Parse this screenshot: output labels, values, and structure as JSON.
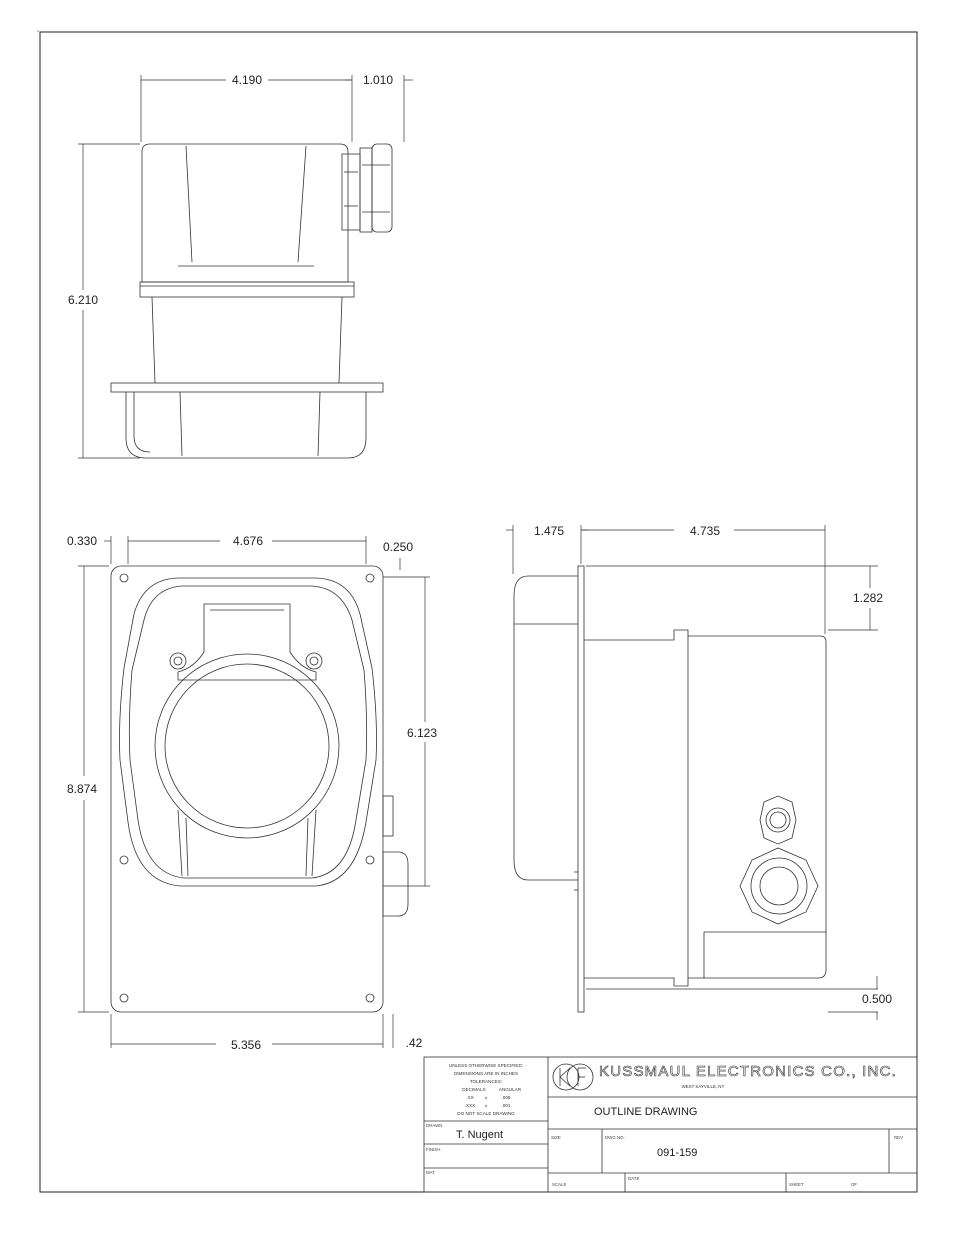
{
  "dimensions": {
    "top_width": "4.190",
    "top_fitting": "1.010",
    "top_height": "6.210",
    "front_offset": "0.330",
    "front_width": "4.676",
    "front_gap": "0.250",
    "front_height": "8.874",
    "front_inner_height": "6.123",
    "front_overall_width": "5.356",
    "front_thickness": ".42",
    "side_flange": "1.475",
    "side_depth": "4.735",
    "side_offset": "1.282",
    "side_bottom": "0.500"
  },
  "title_block": {
    "notes": {
      "line1": "UNLESS OTHERWISE SPECIFIED:",
      "line2": "DIMENSIONS ARE IN INCHES",
      "line3": "TOLERANCES:",
      "decimals_label": "DECIMALS",
      "angular_label": "ANGULAR",
      "xx": ".XX",
      "xx_sym": "±",
      "xx_val": ".005",
      "xxx": ".XXX",
      "xxx_sym": "±",
      "xxx_val": ".001",
      "no_scale": "DO NOT SCALE DRAWING"
    },
    "company": "KUSSMAUL ELECTRONICS CO., INC.",
    "city": "WEST SAYVILLE, NY",
    "title": "OUTLINE DRAWING",
    "drawn_label": "DRAWN",
    "drawn_by": "T. Nugent",
    "finish_label": "FINISH",
    "mat_label": "MAT",
    "size_label": "SIZE",
    "dwg_no_label": "DWG NO.",
    "dwg_no": "091-159",
    "rev_label": "REV",
    "scale_label": "SCALE",
    "date_label": "DATE",
    "sheet_label": "SHEET",
    "of_label": "OF"
  }
}
